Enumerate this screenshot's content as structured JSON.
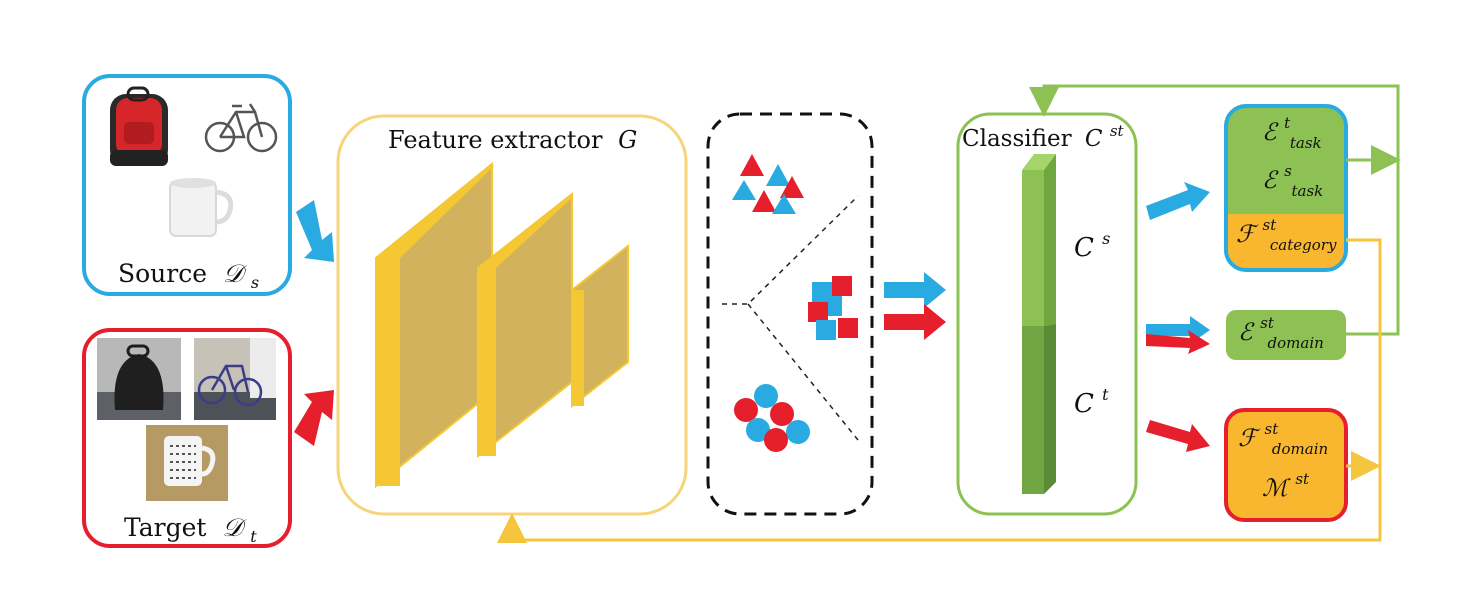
{
  "source": {
    "label": "Source",
    "symbol": "𝒟",
    "sub": "s",
    "images": [
      "backpack",
      "bicycle",
      "mug"
    ]
  },
  "target": {
    "label": "Target",
    "symbol": "𝒟",
    "sub": "t",
    "images": [
      "backpack",
      "bicycle",
      "mug"
    ]
  },
  "feature_extractor": {
    "label": "Feature extractor",
    "symbol": "G"
  },
  "classifier": {
    "label": "Classifier",
    "symbol": "C",
    "sup": "st",
    "source_head": {
      "symbol": "C",
      "sup": "s"
    },
    "target_head": {
      "symbol": "C",
      "sup": "t"
    }
  },
  "loss_top": {
    "items": [
      {
        "symbol": "ℰ",
        "sup": "t",
        "sub": "task"
      },
      {
        "symbol": "ℰ",
        "sup": "s",
        "sub": "task"
      },
      {
        "symbol": "ℱ",
        "sup": "st",
        "sub": "category"
      }
    ]
  },
  "loss_mid": {
    "items": [
      {
        "symbol": "ℰ",
        "sup": "st",
        "sub": "domain"
      }
    ]
  },
  "loss_bottom": {
    "items": [
      {
        "symbol": "ℱ",
        "sup": "st",
        "sub": "domain"
      },
      {
        "symbol": "ℳ",
        "sup": "st",
        "sub": ""
      }
    ]
  },
  "colors": {
    "source_blue": "#29aae1",
    "target_red": "#e51f2b",
    "extractor_yellow": "#f6d57a",
    "layer_fill": "#d2b25c",
    "layer_edge": "#f4c733",
    "classifier_green": "#8dc153",
    "loss_green": "#8dc153",
    "loss_orange": "#f9b72f",
    "return_yellow": "#f5c53d"
  }
}
